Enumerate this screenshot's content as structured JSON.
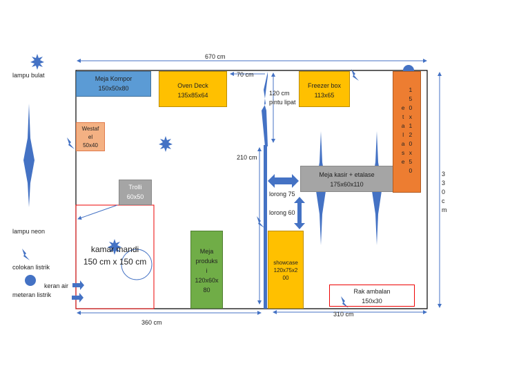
{
  "legend": {
    "lamp_bulb": "lampu bulat",
    "neon": "lampu neon",
    "socket": "colokan listrik",
    "faucet": "keran air",
    "meter": "meteran listrik"
  },
  "dimensions": {
    "width_total": "670 cm",
    "gap_top": "70 cm",
    "door_width": "120 cm",
    "door_label": "pintu lipat",
    "wall_len": "210 cm",
    "left_width": "360  cm",
    "right_width": "310 cm",
    "height": "3\n3\n0\nc\nm",
    "aisle1": "lorong 75",
    "aisle2": "lorong 60"
  },
  "furniture": {
    "meja_kompor": {
      "name": "Meja Kompor",
      "size": "150x50x80"
    },
    "oven": {
      "name": "Oven Deck",
      "size": "135x85x64"
    },
    "freezer": {
      "name": "Freezer box",
      "size": "113x65"
    },
    "etalase": {
      "name": "e\nt\na\nl\na\ns\ne",
      "size": "1\n5\n0\nx\n1\n2\n0\nx\n5\n0"
    },
    "kasir": {
      "name": "Meja kasir + etalase",
      "size": "175x60x110"
    },
    "westafel": {
      "name": "Westaf\nel",
      "size": "50x40"
    },
    "trolli": {
      "name": "Trolli",
      "size": "60x50"
    },
    "kamar_mandi": {
      "name": "kamar mandi",
      "size": "150 cm x 150 cm"
    },
    "meja_produksi": {
      "name": "Meja\nproduks\ni",
      "size": "120x60x\n80"
    },
    "showcase": {
      "name": "showcase",
      "size": "120x75x2\n00"
    },
    "rak": {
      "name": "Rak ambalan",
      "size": "150x30"
    }
  },
  "colors": {
    "blue": "#5b9bd5",
    "yellow": "#ffc000",
    "orange": "#ed7d31",
    "gray": "#a5a5a5",
    "green": "#70ad47",
    "peach": "#f4b183",
    "icon": "#4472c4"
  }
}
